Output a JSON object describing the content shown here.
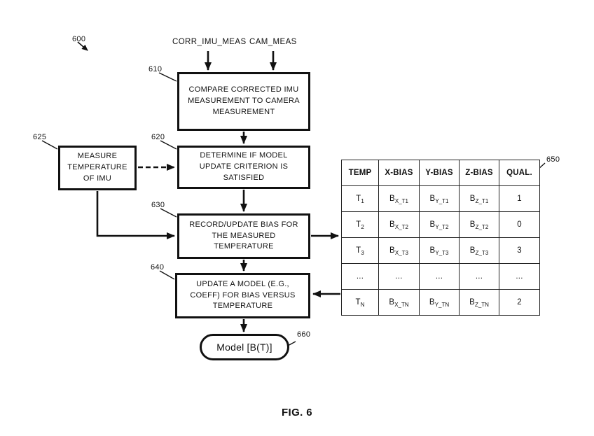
{
  "diagram": {
    "figure_ref": "600",
    "caption": "FIG. 6",
    "inputs": {
      "corr_label": "CORR_IMU_MEAS",
      "cam_label": "CAM_MEAS"
    },
    "boxes": {
      "compare": {
        "ref": "610",
        "text": "COMPARE CORRECTED IMU MEASUREMENT TO CAMERA MEASUREMENT"
      },
      "criterion": {
        "ref": "620",
        "text": "DETERMINE IF MODEL UPDATE CRITERION IS SATISFIED"
      },
      "measure_temp": {
        "ref": "625",
        "text": "MEASURE TEMPERATURE OF IMU"
      },
      "record_bias": {
        "ref": "630",
        "text": "RECORD/UPDATE BIAS FOR THE MEASURED TEMPERATURE"
      },
      "update_model": {
        "ref": "640",
        "text": "UPDATE A MODEL (E.G., COEFF) FOR BIAS VERSUS TEMPERATURE"
      },
      "model_output": {
        "ref": "660",
        "text": "Model [B(T)]"
      }
    },
    "bias_table": {
      "ref": "650",
      "headers": [
        "TEMP",
        "X-BIAS",
        "Y-BIAS",
        "Z-BIAS",
        "QUAL."
      ],
      "rows": [
        {
          "cells": [
            {
              "b": "T",
              "s": "1"
            },
            {
              "b": "B",
              "s": "X_T1"
            },
            {
              "b": "B",
              "s": "Y_T1"
            },
            {
              "b": "B",
              "s": "Z_T1"
            },
            {
              "b": "1",
              "s": ""
            }
          ]
        },
        {
          "cells": [
            {
              "b": "T",
              "s": "2"
            },
            {
              "b": "B",
              "s": "X_T2"
            },
            {
              "b": "B",
              "s": "Y_T2"
            },
            {
              "b": "B",
              "s": "Z_T2"
            },
            {
              "b": "0",
              "s": ""
            }
          ]
        },
        {
          "cells": [
            {
              "b": "T",
              "s": "3"
            },
            {
              "b": "B",
              "s": "X_T3"
            },
            {
              "b": "B",
              "s": "Y_T3"
            },
            {
              "b": "B",
              "s": "Z_T3"
            },
            {
              "b": "3",
              "s": ""
            }
          ]
        },
        {
          "cells": [
            {
              "b": "...",
              "s": ""
            },
            {
              "b": "...",
              "s": ""
            },
            {
              "b": "...",
              "s": ""
            },
            {
              "b": "...",
              "s": ""
            },
            {
              "b": "...",
              "s": ""
            }
          ]
        },
        {
          "cells": [
            {
              "b": "T",
              "s": "N"
            },
            {
              "b": "B",
              "s": "X_TN"
            },
            {
              "b": "B",
              "s": "Y_TN"
            },
            {
              "b": "B",
              "s": "Z_TN"
            },
            {
              "b": "2",
              "s": ""
            }
          ]
        }
      ]
    },
    "colors": {
      "ink": "#111111",
      "background": "#ffffff"
    }
  }
}
